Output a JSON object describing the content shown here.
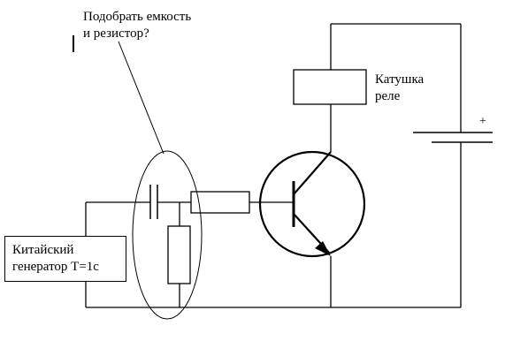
{
  "labels": {
    "question_line1": "Подобрать емкость",
    "question_line2": "и резистор?",
    "relay_line1": "Катушка",
    "relay_line2": "реле",
    "generator_line1": "Китайский",
    "generator_line2": "генератор Т=1с",
    "battery_plus": "+"
  }
}
